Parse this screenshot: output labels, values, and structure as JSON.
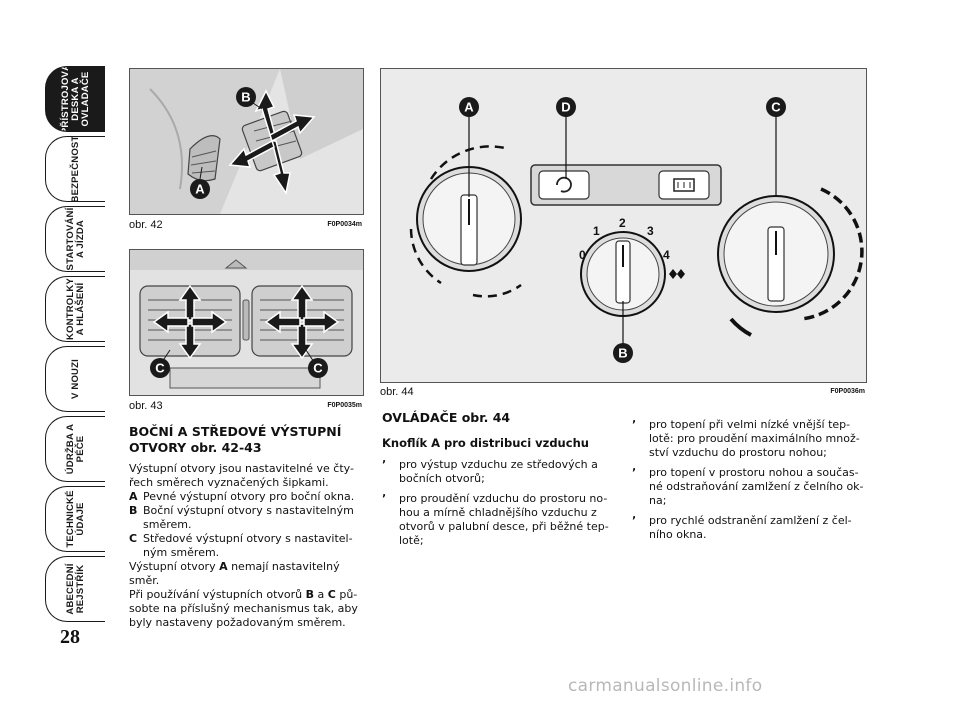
{
  "tabs": [
    {
      "label": "PŘÍSTROJOVÁ\nDESKA A\nOVLADAČE",
      "active": true
    },
    {
      "label": "BEZPEČNOST",
      "active": false
    },
    {
      "label": "STARTOVÁNÍ\nA JÍZDA",
      "active": false
    },
    {
      "label": "KONTROLKY\nA HLÁŠENÍ",
      "active": false
    },
    {
      "label": "V NOUZI",
      "active": false
    },
    {
      "label": "ÚDRŽBA A\nPÉČE",
      "active": false
    },
    {
      "label": "TECHNICKÉ\nÚDAJE",
      "active": false
    },
    {
      "label": "ABECEDNÍ\nREJSTŘÍK",
      "active": false
    }
  ],
  "page_number": "28",
  "figures": {
    "fig42": {
      "caption": "obr. 42",
      "code": "F0P0034m",
      "labels": [
        "B",
        "A"
      ]
    },
    "fig43": {
      "caption": "obr. 43",
      "code": "F0P0035m",
      "labels": [
        "C",
        "C"
      ]
    },
    "fig44": {
      "caption": "obr. 44",
      "code": "F0P0036m",
      "labels": [
        "A",
        "D",
        "C",
        "B"
      ],
      "dial_numbers": [
        "0",
        "1",
        "2",
        "3",
        "4"
      ]
    }
  },
  "left_column": {
    "heading": "BOČNÍ A STŘEDOVÉ VÝSTUPNÍ OTVORY obr. 42-43",
    "intro": "Výstupní otvory jsou nastavitelné ve čty-řech směrech vyznačených šipkami.",
    "items": [
      {
        "key": "A",
        "text": "Pevné výstupní otvory pro boční okna."
      },
      {
        "key": "B",
        "text": "Boční výstupní otvory s nastavitelným směrem."
      },
      {
        "key": "C",
        "text": "Středové výstupní otvory s nastavitel-ným směrem."
      }
    ],
    "p2_pre": "Výstupní otvory ",
    "p2_key": "A",
    "p2_post": " nemají nastavitelný směr.",
    "p3_a": "Při používání výstupních otvorů ",
    "p3_b": "B",
    "p3_c": " a ",
    "p3_d": "C",
    "p3_e": " pů-sobte na příslušný mechanismus tak, aby byly nastaveny požadovaným směrem."
  },
  "mid_column": {
    "heading": "OVLÁDAČE obr. 44",
    "subheading": "Knoflík A pro distribuci vzduchu",
    "items": [
      {
        "icon": "ʼ",
        "text": "pro výstup vzduchu ze středových a bočních otvorů;"
      },
      {
        "icon": "ʼ",
        "text": "pro proudění vzduchu do prostoru no-hou a mírně chladnějšího vzduchu z otvorů v palubní desce, při běžné tep-lotě;"
      }
    ]
  },
  "right_column": {
    "items": [
      {
        "icon": "ʼ",
        "text": "pro topení při velmi nízké vnější tep-lotě: pro proudění maximálního množ-ství vzduchu do prostoru nohou;"
      },
      {
        "icon": "ʼ",
        "text": "pro topení v prostoru nohou a součas-né odstraňování zamlžení z čelního ok-na;"
      },
      {
        "icon": "ʼ",
        "text": "pro rychlé odstranění zamlžení z čel-ního okna."
      }
    ]
  },
  "watermark": "carmanualsonline.info"
}
